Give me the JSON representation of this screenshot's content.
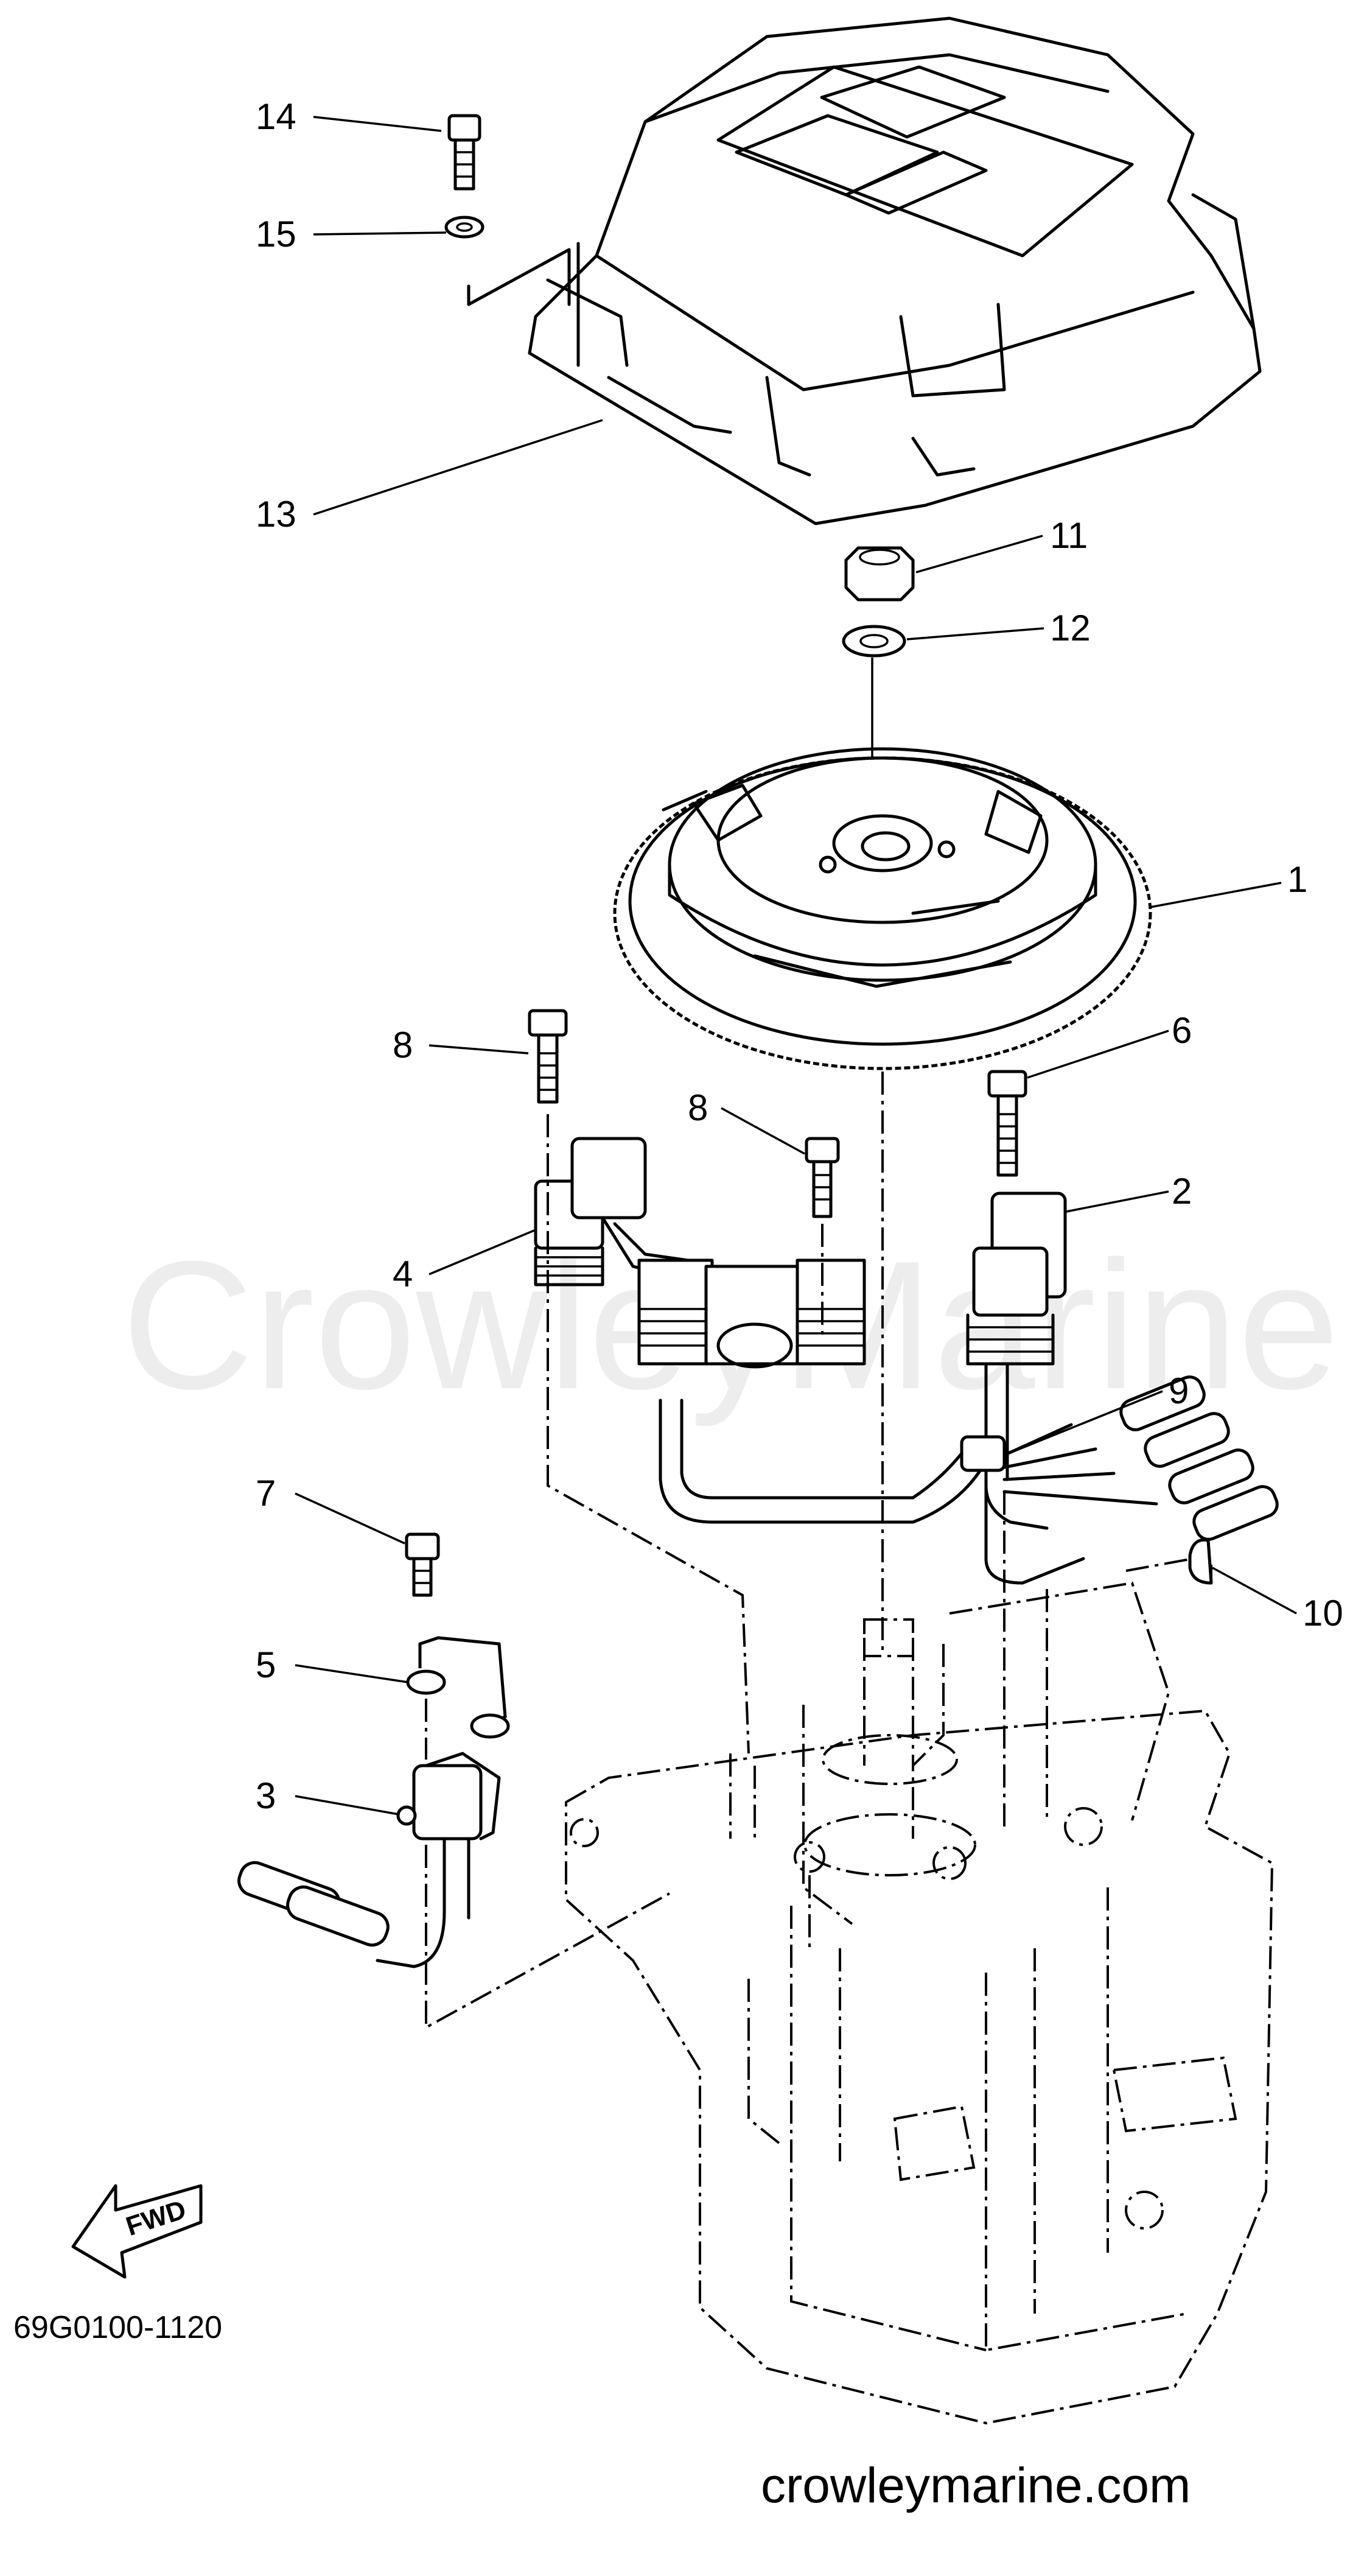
{
  "callouts": [
    {
      "id": "c14",
      "label": "14"
    },
    {
      "id": "c15",
      "label": "15"
    },
    {
      "id": "c13",
      "label": "13"
    },
    {
      "id": "c11",
      "label": "11"
    },
    {
      "id": "c12",
      "label": "12"
    },
    {
      "id": "c1",
      "label": "1"
    },
    {
      "id": "c8a",
      "label": "8"
    },
    {
      "id": "c6",
      "label": "6"
    },
    {
      "id": "c8b",
      "label": "8"
    },
    {
      "id": "c2",
      "label": "2"
    },
    {
      "id": "c4",
      "label": "4"
    },
    {
      "id": "c9",
      "label": "9"
    },
    {
      "id": "c7",
      "label": "7"
    },
    {
      "id": "c10",
      "label": "10"
    },
    {
      "id": "c5",
      "label": "5"
    },
    {
      "id": "c3",
      "label": "3"
    }
  ],
  "fwd_label": "FWD",
  "diagram_code": "69G0100-1120",
  "watermark": "CrowleyMarine",
  "site": "crowleymarine.com"
}
